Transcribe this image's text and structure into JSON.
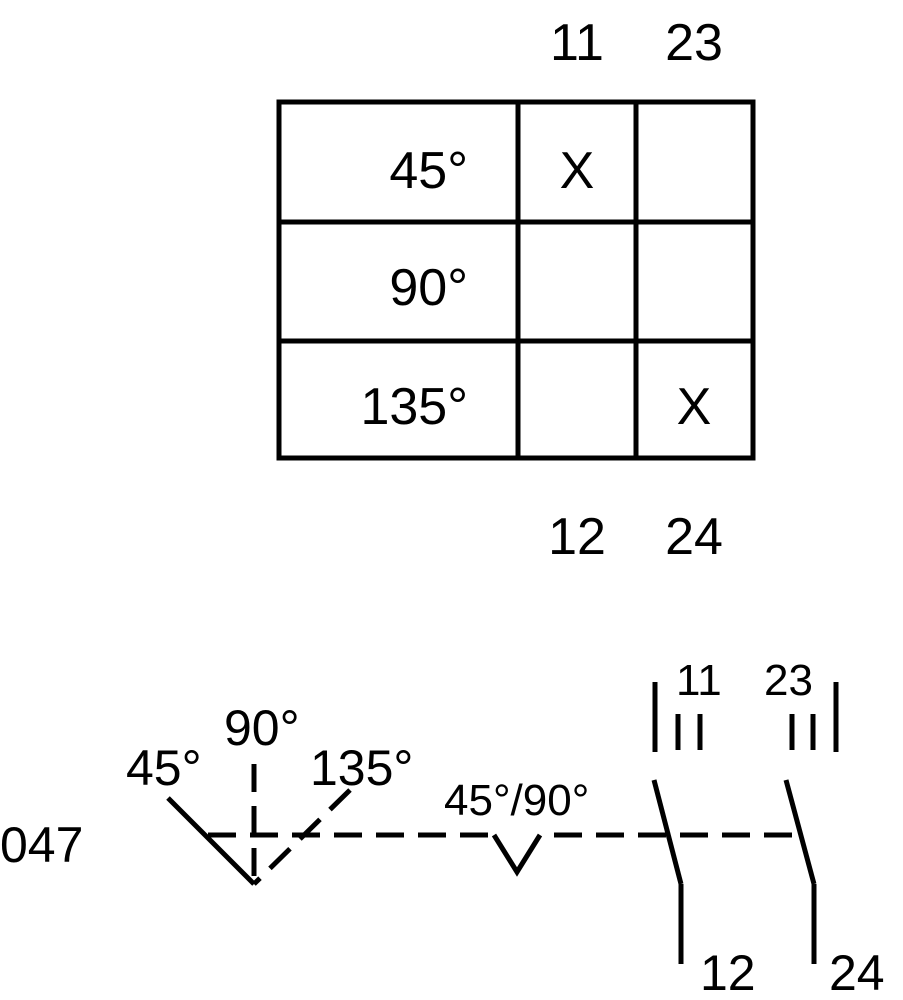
{
  "table": {
    "column_headers_top": [
      "11",
      "23"
    ],
    "column_headers_bottom": [
      "12",
      "24"
    ],
    "rows": [
      {
        "angle": "45°",
        "cells": [
          "X",
          ""
        ]
      },
      {
        "angle": "90°",
        "cells": [
          "",
          ""
        ]
      },
      {
        "angle": "135°",
        "cells": [
          "",
          "X"
        ]
      }
    ]
  },
  "schematic": {
    "code": "047",
    "angles": {
      "left": "45°",
      "center": "90°",
      "right": "135°"
    },
    "detent_label": "45°/90°",
    "contacts": [
      {
        "top": "11",
        "bottom": "12"
      },
      {
        "top": "23",
        "bottom": "24"
      }
    ]
  },
  "colors": {
    "ink": "#000000",
    "background": "#ffffff"
  }
}
